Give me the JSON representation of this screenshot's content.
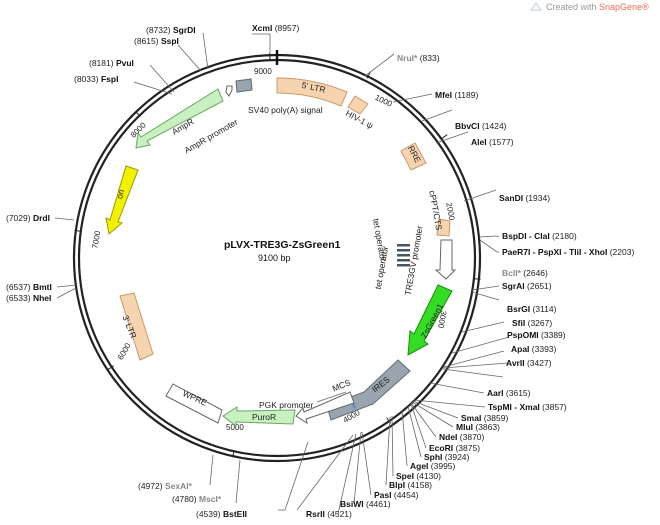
{
  "credit": {
    "text": "Created with ",
    "brand": "SnapGene®",
    "brand_color": "#ef6c5c"
  },
  "plasmid": {
    "name": "pLVX-TRE3G-ZsGreen1",
    "size_label": "9100 bp",
    "length": 9100
  },
  "ticks": [
    "1000",
    "2000",
    "3000",
    "4000",
    "5000",
    "6000",
    "7000",
    "8000",
    "9000"
  ],
  "features": [
    {
      "name": "5' LTR",
      "start": 1,
      "end": 634,
      "color": "#f7d4b0",
      "kind": "box"
    },
    {
      "name": "HIV-1 ψ",
      "start": 681,
      "end": 806,
      "color": "#f7d4b0",
      "kind": "box"
    },
    {
      "name": "RRE",
      "start": 1304,
      "end": 1537,
      "color": "#f7d4b0",
      "kind": "box"
    },
    {
      "name": "cPPT/CTS",
      "start": 2031,
      "end": 2148,
      "color": "#f7d4b0",
      "kind": "box"
    },
    {
      "name": "tet operator",
      "start": 2220,
      "end": 2420,
      "color": "#445566",
      "kind": "ops"
    },
    {
      "name": "tet operator",
      "start": 2220,
      "end": 2420,
      "color": "#445566",
      "kind": "ops"
    },
    {
      "name": "TRE3GV promoter",
      "start": 2230,
      "end": 2620,
      "color": "#ffffff",
      "kind": "arrow"
    },
    {
      "name": "ZsGreen1",
      "start": 2660,
      "end": 3355,
      "color": "#33dd22",
      "kind": "arrow"
    },
    {
      "name": "IRES",
      "start": 3390,
      "end": 3950,
      "color": "#9aa4ae",
      "kind": "box"
    },
    {
      "name": "MCS",
      "start": 3960,
      "end": 4230,
      "color": "#ffffff",
      "kind": "line"
    },
    {
      "name": "PGK promoter",
      "start": 4000,
      "end": 4500,
      "color": "#ffffff",
      "kind": "arrow"
    },
    {
      "name": "PuroR",
      "start": 4520,
      "end": 5120,
      "color": "#c8f0c0",
      "kind": "arrow"
    },
    {
      "name": "WPRE",
      "start": 5140,
      "end": 5730,
      "color": "#ffffff",
      "kind": "box"
    },
    {
      "name": "3' LTR",
      "start": 5810,
      "end": 6440,
      "color": "#f7d4b0",
      "kind": "box"
    },
    {
      "name": "ori",
      "start": 6740,
      "end": 7330,
      "color": "#f2f200",
      "kind": "arrow"
    },
    {
      "name": "AmpR",
      "start": 7480,
      "end": 8340,
      "color": "#c8f0c0",
      "kind": "arrow"
    },
    {
      "name": "AmpR promoter",
      "start": 8340,
      "end": 8470,
      "color": "#ffffff",
      "kind": "arrow"
    },
    {
      "name": "SV40 poly(A) signal",
      "start": 8580,
      "end": 8720,
      "color": "#9aa4ae",
      "kind": "box"
    }
  ],
  "sites": [
    {
      "name": "XcmI",
      "pos": "(8957)",
      "grey": false
    },
    {
      "name": "NruI*",
      "pos": "(833)",
      "grey": true
    },
    {
      "name": "MfeI",
      "pos": "(1189)",
      "grey": false
    },
    {
      "name": "BbvCI",
      "pos": "(1424)",
      "grey": false
    },
    {
      "name": "AleI",
      "pos": "(1577)",
      "grey": false
    },
    {
      "name": "SanDI",
      "pos": "(1934)",
      "grey": false
    },
    {
      "name": "BspDI - ClaI",
      "pos": "(2180)",
      "grey": false
    },
    {
      "name": "PaeR7I - PspXI - TliI - XhoI",
      "pos": "(2203)",
      "grey": false
    },
    {
      "name": "BclI*",
      "pos": "(2646)",
      "grey": true
    },
    {
      "name": "SgrAI",
      "pos": "(2651)",
      "grey": false
    },
    {
      "name": "BsrGI",
      "pos": "(3114)",
      "grey": false
    },
    {
      "name": "SfiI",
      "pos": "(3267)",
      "grey": false
    },
    {
      "name": "PspOMI",
      "pos": "(3389)",
      "grey": false
    },
    {
      "name": "ApaI",
      "pos": "(3393)",
      "grey": false
    },
    {
      "name": "AvrII",
      "pos": "(3427)",
      "grey": false
    },
    {
      "name": "AarI",
      "pos": "(3615)",
      "grey": false
    },
    {
      "name": "TspMI - XmaI",
      "pos": "(3857)",
      "grey": false
    },
    {
      "name": "SmaI",
      "pos": "(3859)",
      "grey": false
    },
    {
      "name": "MluI",
      "pos": "(3863)",
      "grey": false
    },
    {
      "name": "NdeI",
      "pos": "(3870)",
      "grey": false
    },
    {
      "name": "EcoRI",
      "pos": "(3875)",
      "grey": false
    },
    {
      "name": "SphI",
      "pos": "(3924)",
      "grey": false
    },
    {
      "name": "AgeI",
      "pos": "(3995)",
      "grey": false
    },
    {
      "name": "SpeI",
      "pos": "(4130)",
      "grey": false
    },
    {
      "name": "BlpI",
      "pos": "(4158)",
      "grey": false
    },
    {
      "name": "PasI",
      "pos": "(4454)",
      "grey": false
    },
    {
      "name": "BsiWI",
      "pos": "(4461)",
      "grey": false
    },
    {
      "name": "RsrII",
      "pos": "(4521)",
      "grey": false
    },
    {
      "name": "BstEII",
      "pos": "(4539)",
      "grey": false
    },
    {
      "name": "MscI*",
      "pos": "(4780)",
      "grey": true
    },
    {
      "name": "SexAI*",
      "pos": "(4972)",
      "grey": true
    },
    {
      "name": "NheI",
      "pos": "(6533)",
      "grey": false
    },
    {
      "name": "BmtI",
      "pos": "(6537)",
      "grey": false
    },
    {
      "name": "DrdI",
      "pos": "(7029)",
      "grey": false
    },
    {
      "name": "FspI",
      "pos": "(8033)",
      "grey": false
    },
    {
      "name": "PvuI",
      "pos": "(8181)",
      "grey": false
    },
    {
      "name": "SspI",
      "pos": "(8615)",
      "grey": false
    },
    {
      "name": "SgrDI",
      "pos": "(8732)",
      "grey": false
    }
  ]
}
